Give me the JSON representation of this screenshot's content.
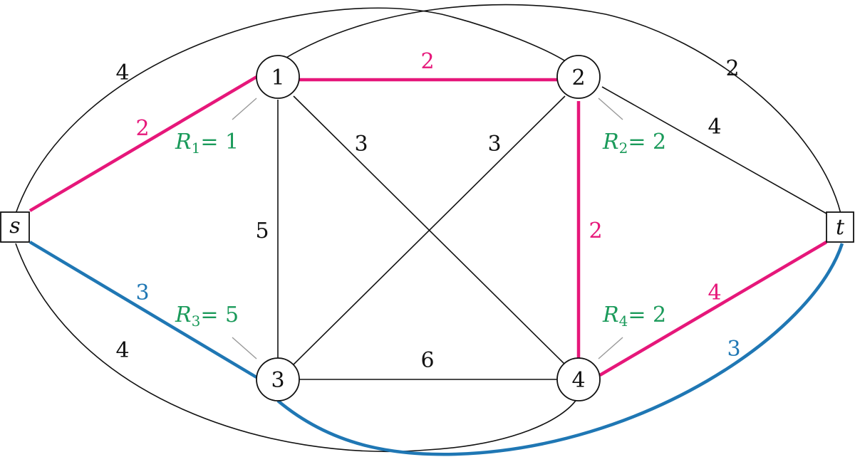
{
  "colors": {
    "edge": "#111111",
    "pink_path": "#e6177a",
    "blue_path": "#1f77b4",
    "resource": "#1a9a5a",
    "leader": "#999999"
  },
  "nodes": {
    "s": "s",
    "t": "t",
    "n1": "1",
    "n2": "2",
    "n3": "3",
    "n4": "4"
  },
  "edge_weights": {
    "s_top_arc": "4",
    "t_top_arc": "2",
    "s_bottom_arc": "4",
    "s_1": "2",
    "n1_n2": "2",
    "n1_n4": "3",
    "n2_n3": "3",
    "n2_t": "4",
    "n1_n3": "5",
    "n2_n4": "2",
    "s_3": "3",
    "n3_n4": "6",
    "n4_t": "4",
    "t_bottom_arc": "3"
  },
  "resources": {
    "r1": {
      "var": "R",
      "sub": "1",
      "value": "= 1"
    },
    "r2": {
      "var": "R",
      "sub": "2",
      "value": "= 2"
    },
    "r3": {
      "var": "R",
      "sub": "3",
      "value": "= 5"
    },
    "r4": {
      "var": "R",
      "sub": "4",
      "value": "= 2"
    }
  }
}
